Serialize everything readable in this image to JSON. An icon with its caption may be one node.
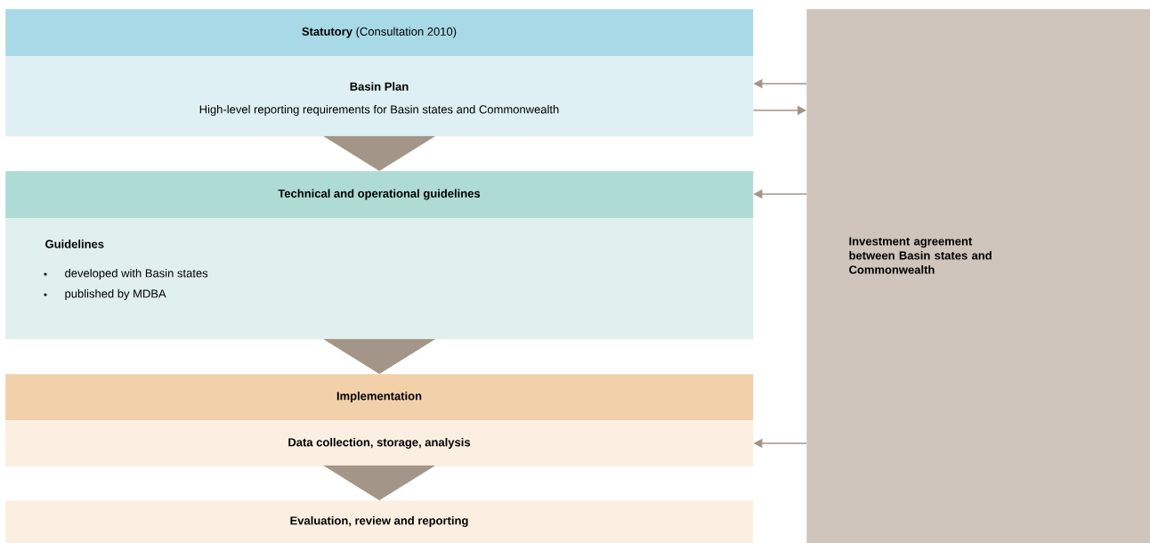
{
  "diagram": {
    "nodes": [
      {
        "text": [
          "**Statutory** (Consultation 2010)"
        ]
      },
      {
        "text": [
          "Basin Plan",
          "High-level reporting requirements for Basin states and Commonwealth"
        ]
      },
      {
        "text": [
          "Technical and operational guidelines"
        ]
      },
      {
        "text": [
          "Guidelines",
          "developed with Basin states",
          "published by MDBA"
        ]
      },
      {
        "text": [
          "Implementation"
        ]
      },
      {
        "text": [
          "Data collection, storage, analysis"
        ]
      },
      {
        "text": [
          "Evaluation, review and reporting"
        ]
      },
      {
        "text": [
          "Investment agreement between Basin states and Commonwealth"
        ]
      }
    ],
    "edges": [
      {
        "from": 1,
        "to": 2,
        "arrow": "to",
        "style": "thick"
      },
      {
        "from": 3,
        "to": 4,
        "arrow": "to",
        "style": "thick"
      },
      {
        "from": 5,
        "to": 6,
        "arrow": "to",
        "style": "thick"
      },
      {
        "from": 7,
        "to": 1,
        "arrow": "to"
      },
      {
        "from": 1,
        "to": 7,
        "arrow": "to"
      },
      {
        "from": 7,
        "to": 2,
        "arrow": "to"
      },
      {
        "from": 7,
        "to": 5,
        "arrow": "to"
      }
    ]
  }
}
